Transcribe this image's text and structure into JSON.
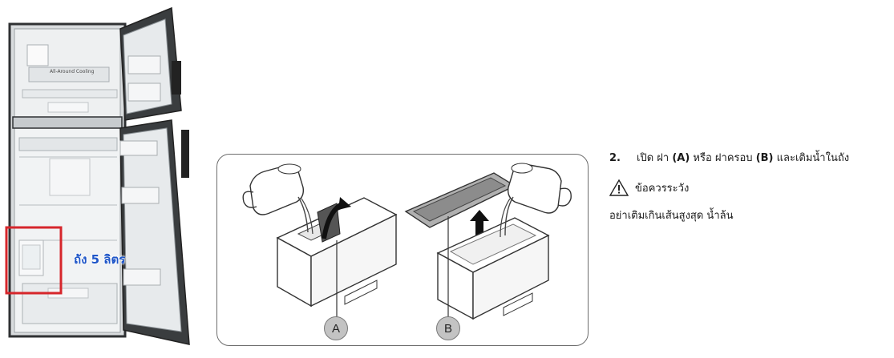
{
  "fridge": {
    "callout_label": "ถัง 5 ลิตร",
    "inner_label": "All-Around Cooling"
  },
  "figure": {
    "label_a": "A",
    "label_b": "B"
  },
  "instructions": {
    "step_number": "2.",
    "step_text_parts": [
      "เปิด ฝา ",
      "(A)",
      " หรือ ฝาครอบ ",
      "(B)",
      " และเติมน้ำในถัง"
    ],
    "caution_title": "ข้อควรระวัง",
    "warning_text": "อย่าเติมเกินเส้นสูงสุด น้ำล้น"
  },
  "colors": {
    "callout_box": "#d6262b",
    "callout_text": "#1f56c8",
    "fridge_body": "#2f3133",
    "panel_border": "#6d6d6d",
    "badge_fill": "#c3c3c3"
  }
}
